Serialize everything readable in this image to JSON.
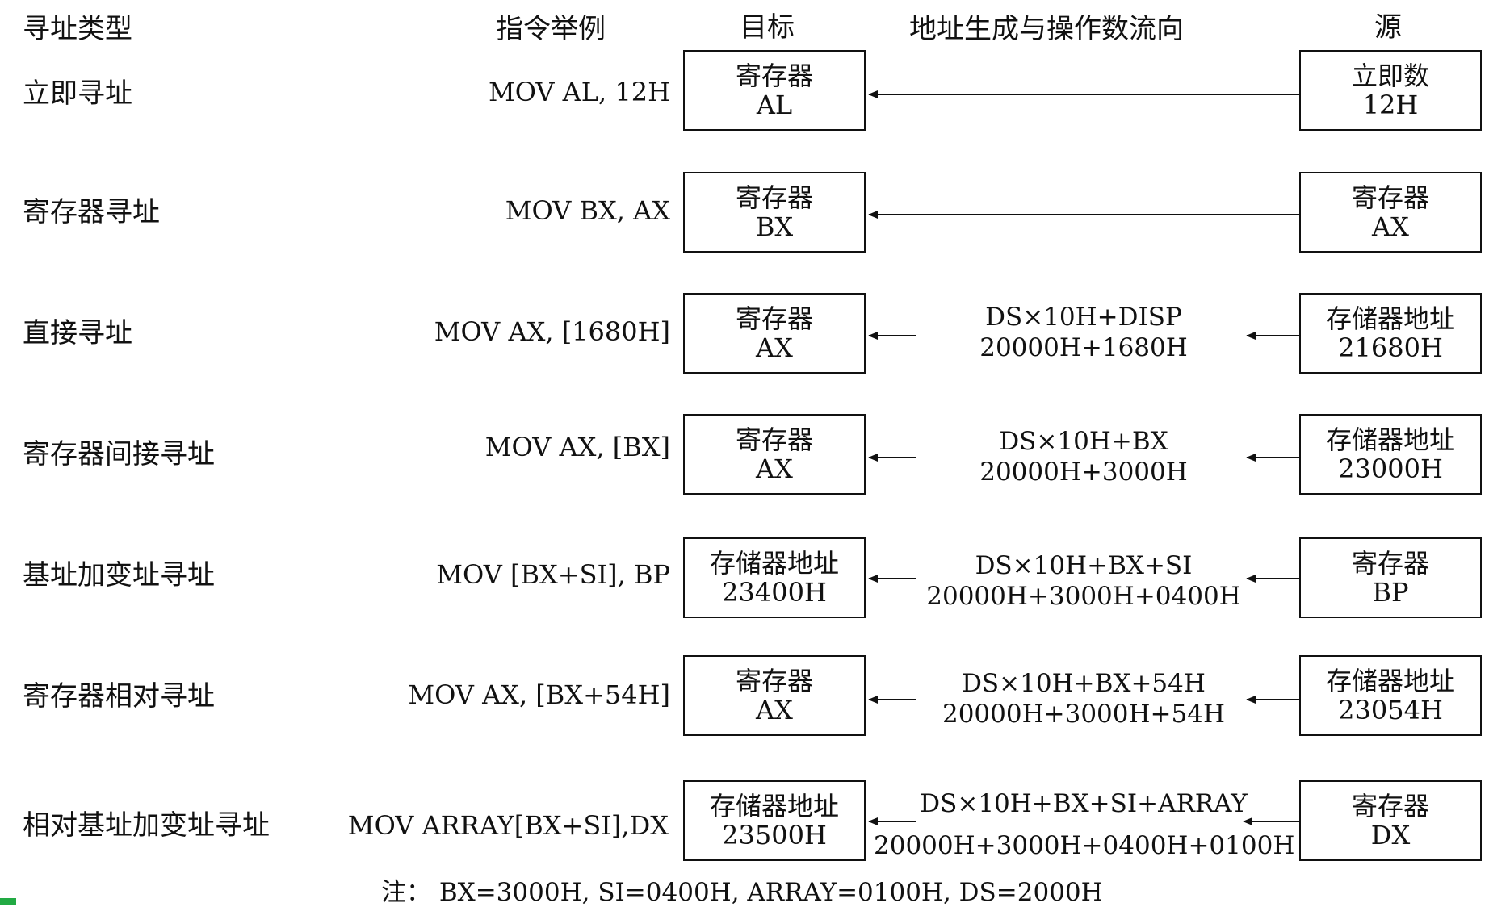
{
  "headers": {
    "type": "寻址类型",
    "instruction": "指令举例",
    "target": "目标",
    "flow": "地址生成与操作数流向",
    "source": "源"
  },
  "rows": [
    {
      "type": "立即寻址",
      "instruction": "MOV AL, 12H",
      "target": [
        "寄存器",
        "AL"
      ],
      "addr": [],
      "source": [
        "立即数",
        "12H"
      ]
    },
    {
      "type": "寄存器寻址",
      "instruction": "MOV BX, AX",
      "target": [
        "寄存器",
        "BX"
      ],
      "addr": [],
      "source": [
        "寄存器",
        "AX"
      ]
    },
    {
      "type": "直接寻址",
      "instruction": "MOV AX, [1680H]",
      "target": [
        "寄存器",
        "AX"
      ],
      "addr": [
        "DS×10H+DISP",
        "20000H+1680H"
      ],
      "source": [
        "存储器地址",
        "21680H"
      ]
    },
    {
      "type": "寄存器间接寻址",
      "instruction": "MOV AX, [BX]",
      "target": [
        "寄存器",
        "AX"
      ],
      "addr": [
        "DS×10H+BX",
        "20000H+3000H"
      ],
      "source": [
        "存储器地址",
        "23000H"
      ]
    },
    {
      "type": "基址加变址寻址",
      "instruction": "MOV [BX+SI], BP",
      "target": [
        "存储器地址",
        "23400H"
      ],
      "addr": [
        "DS×10H+BX+SI",
        "20000H+3000H+0400H"
      ],
      "source": [
        "寄存器",
        "BP"
      ]
    },
    {
      "type": "寄存器相对寻址",
      "instruction": "MOV AX, [BX+54H]",
      "target": [
        "寄存器",
        "AX"
      ],
      "addr": [
        "DS×10H+BX+54H",
        "20000H+3000H+54H"
      ],
      "source": [
        "存储器地址",
        "23054H"
      ]
    },
    {
      "type": "相对基址加变址寻址",
      "instruction": "MOV ARRAY[BX+SI],DX",
      "target": [
        "存储器地址",
        "23500H"
      ],
      "addr": [
        "DS×10H+BX+SI+ARRAY",
        "20000H+3000H+0400H+0100H"
      ],
      "source": [
        "寄存器",
        "DX"
      ]
    }
  ],
  "note": "注： BX=3000H, SI=0400H, ARRAY=0100H, DS=2000H"
}
